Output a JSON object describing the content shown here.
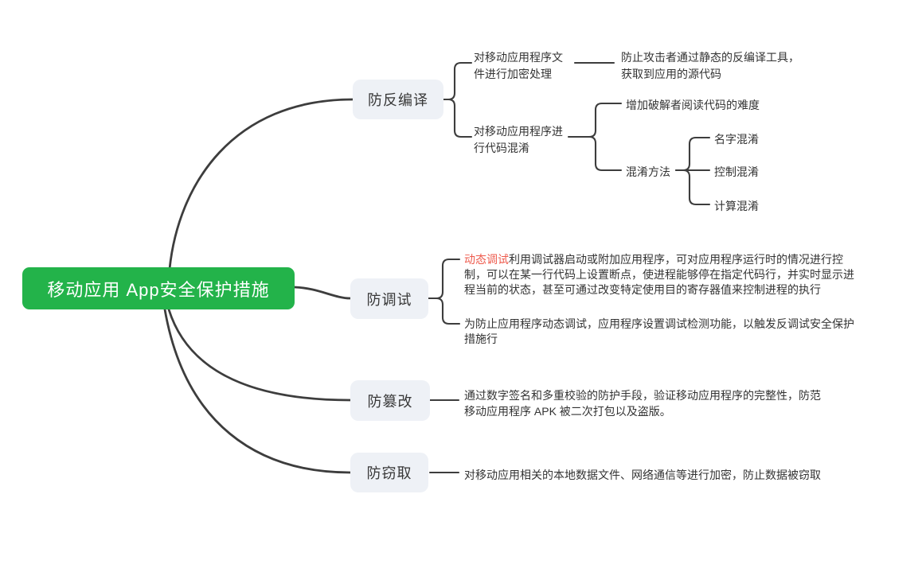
{
  "colors": {
    "root_bg": "#23b34a",
    "root_text": "#ffffff",
    "branch_bg": "#eef1f6",
    "line": "#3d3d3d",
    "text": "#333333",
    "highlight_red": "#ee5a4c"
  },
  "mindmap": {
    "root": "移动应用 App安全保护措施",
    "anti_decompile": {
      "label": "防反编译",
      "encrypt": "对移动应用程序文\n件进行加密处理",
      "encrypt_result": "防止攻击者通过静态的反编译工具，\n获取到应用的源代码",
      "obfuscate": "对移动应用程序进\n行代码混淆",
      "obfuscate_benefit": "增加破解者阅读代码的难度",
      "obfuscate_methods": "混淆方法",
      "method_name": "名字混淆",
      "method_control": "控制混淆",
      "method_compute": "计算混淆"
    },
    "anti_debug": {
      "label": "防调试",
      "desc_highlight": "动态调试",
      "desc_rest": "利用调试器启动或附加应用程序，可对应用程序运行时的情况进行控\n制，可以在某一行代码上设置断点，使进程能够停在指定代码行，并实时显示进\n程当前的状态，甚至可通过改变特定使用目的寄存器值来控制进程的执行",
      "measure": "为防止应用程序动态调试，应用程序设置调试检测功能，以触发反调试安全保护\n措施行"
    },
    "anti_tamper": {
      "label": "防篡改",
      "desc": "通过数字签名和多重校验的防护手段，验证移动应用程序的完整性，防范\n移动应用程序 APK 被二次打包以及盗版。"
    },
    "anti_theft": {
      "label": "防窃取",
      "desc": "对移动应用相关的本地数据文件、网络通信等进行加密，防止数据被窃取"
    }
  }
}
